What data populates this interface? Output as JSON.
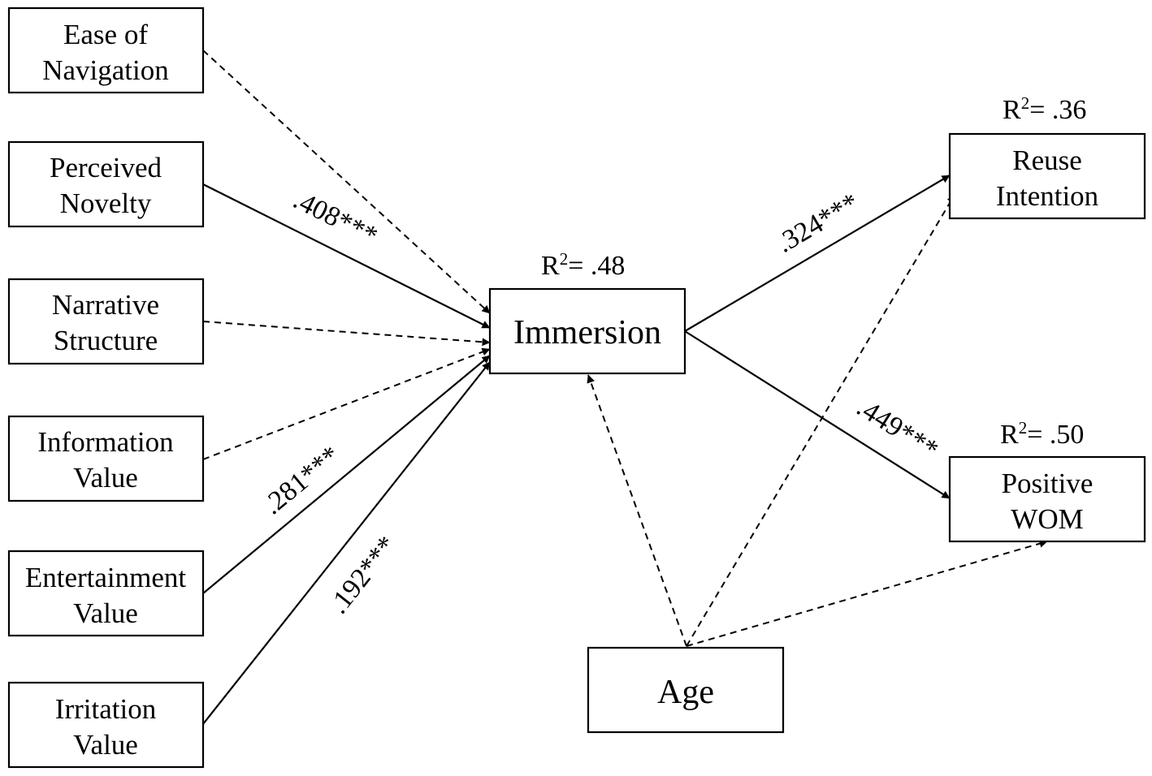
{
  "nodes": {
    "ease_of_navigation": [
      "Ease of",
      "Navigation"
    ],
    "perceived_novelty": [
      "Perceived",
      "Novelty"
    ],
    "narrative_structure": [
      "Narrative",
      "Structure"
    ],
    "information_value": [
      "Information",
      "Value"
    ],
    "entertainment_value": [
      "Entertainment",
      "Value"
    ],
    "irritation_value": [
      "Irritation",
      "Value"
    ],
    "immersion": "Immersion",
    "age": "Age",
    "reuse_intention": [
      "Reuse",
      "Intention"
    ],
    "positive_wom": [
      "Positive",
      "WOM"
    ]
  },
  "r_squared": {
    "immersion": {
      "prefix": "R",
      "sup": "2",
      "value": "= .48"
    },
    "reuse_intention": {
      "prefix": "R",
      "sup": "2",
      "value": "= .36"
    },
    "positive_wom": {
      "prefix": "R",
      "sup": "2",
      "value": "= .50"
    }
  },
  "paths": [
    {
      "from": "Ease of Navigation",
      "to": "Immersion",
      "significant": false,
      "coefficient": ""
    },
    {
      "from": "Perceived Novelty",
      "to": "Immersion",
      "significant": true,
      "coefficient": ".408***"
    },
    {
      "from": "Narrative Structure",
      "to": "Immersion",
      "significant": false,
      "coefficient": ""
    },
    {
      "from": "Information Value",
      "to": "Immersion",
      "significant": false,
      "coefficient": ""
    },
    {
      "from": "Entertainment Value",
      "to": "Immersion",
      "significant": true,
      "coefficient": ".281***"
    },
    {
      "from": "Irritation Value",
      "to": "Immersion",
      "significant": true,
      "coefficient": ".192***"
    },
    {
      "from": "Immersion",
      "to": "Reuse Intention",
      "significant": true,
      "coefficient": ".324***"
    },
    {
      "from": "Immersion",
      "to": "Positive WOM",
      "significant": true,
      "coefficient": ".449***"
    },
    {
      "from": "Age",
      "to": "Immersion",
      "significant": false,
      "coefficient": ""
    },
    {
      "from": "Age",
      "to": "Reuse Intention",
      "significant": false,
      "coefficient": ""
    },
    {
      "from": "Age",
      "to": "Positive WOM",
      "significant": false,
      "coefficient": ""
    }
  ],
  "coefficients": {
    "novelty_immersion": ".408***",
    "entertainment_immersion": ".281***",
    "irritation_immersion": ".192***",
    "immersion_reuse": ".324***",
    "immersion_wom": ".449***"
  }
}
